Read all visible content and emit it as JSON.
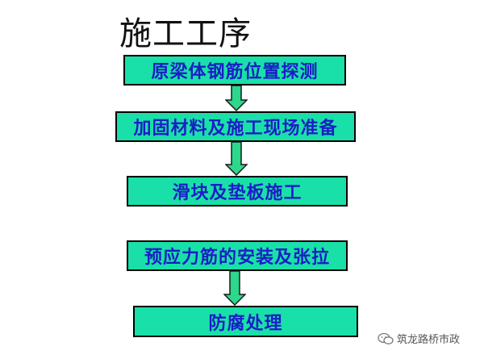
{
  "title": "施工工序",
  "colors": {
    "box_fill": "#19e0a8",
    "box_border": "#000000",
    "text": "#1c1cc8",
    "arrow_fill": "#2bd88c"
  },
  "steps": [
    {
      "label": "原梁体钢筋位置探测"
    },
    {
      "label": "加固材料及施工现场准备"
    },
    {
      "label": "滑块及垫板施工"
    },
    {
      "label": "预应力筋的安装及张拉"
    },
    {
      "label": "防腐处理"
    }
  ],
  "connections": [
    {
      "from": 0,
      "to": 1
    },
    {
      "from": 1,
      "to": 2
    },
    {
      "from": 3,
      "to": 4
    }
  ],
  "watermark": {
    "icon": "wechat-icon",
    "text": "筑龙路桥市政"
  }
}
